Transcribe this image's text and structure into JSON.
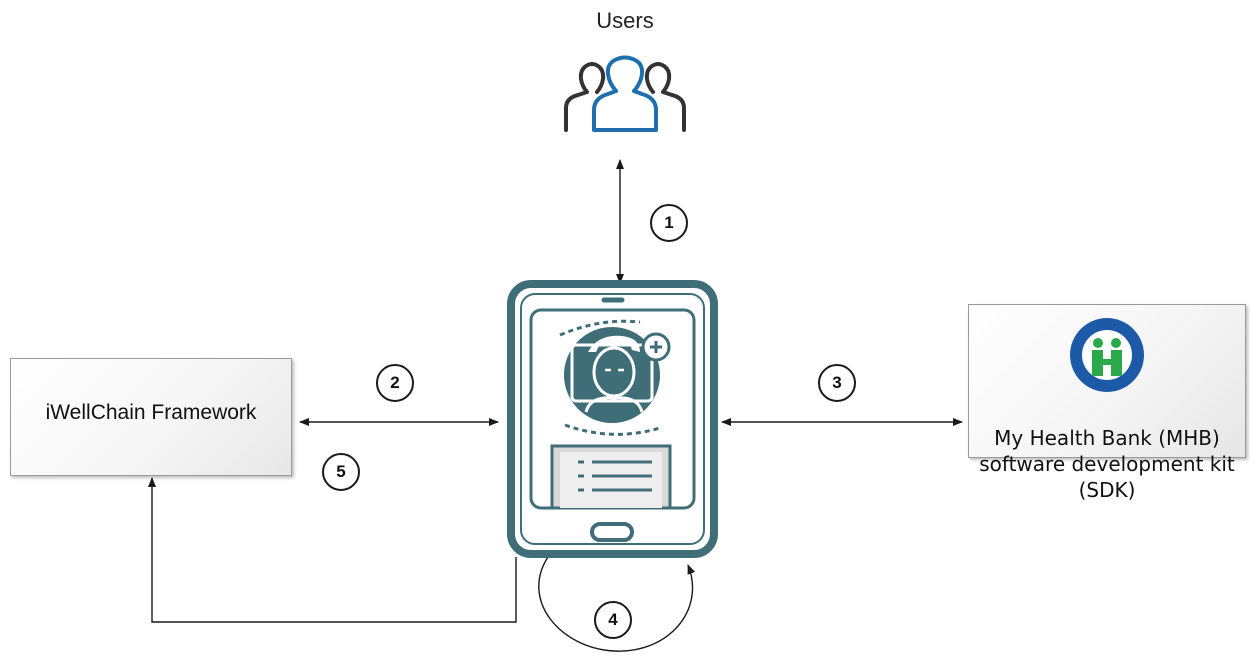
{
  "users": {
    "label": "Users",
    "icon": "users-group-icon"
  },
  "framework": {
    "label": "iWellChain Framework"
  },
  "sdk": {
    "line1": "My Health Bank (MHB)",
    "line2": "software development kit",
    "line3": "(SDK)",
    "logo_icon": "national-health-insurance-logo"
  },
  "phone": {
    "icon": "mobile-health-app-icon"
  },
  "steps": [
    "1",
    "2",
    "3",
    "4",
    "5"
  ],
  "colors": {
    "accent_blue": "#1f6fb0",
    "phone_teal": "#3f6e79",
    "logo_green": "#2aa84a"
  }
}
